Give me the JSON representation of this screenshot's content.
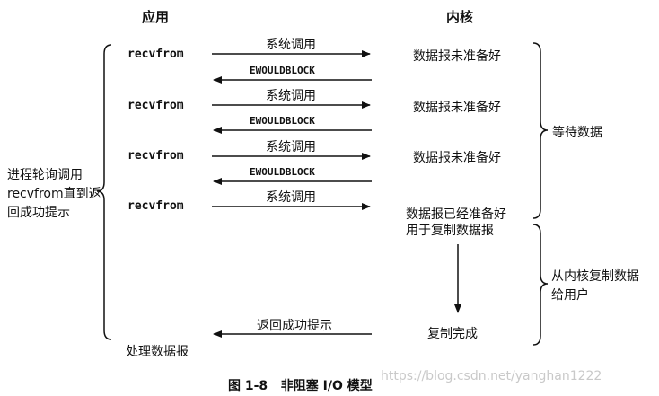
{
  "headers": {
    "app": "应用",
    "kernel": "内核"
  },
  "calls": [
    {
      "app_label": "recvfrom",
      "call_label": "系统调用",
      "kernel_label": "数据报未准备好",
      "reply_label": "EWOULDBLOCK"
    },
    {
      "app_label": "recvfrom",
      "call_label": "系统调用",
      "kernel_label": "数据报未准备好",
      "reply_label": "EWOULDBLOCK"
    },
    {
      "app_label": "recvfrom",
      "call_label": "系统调用",
      "kernel_label": "数据报未准备好",
      "reply_label": "EWOULDBLOCK"
    },
    {
      "app_label": "recvfrom",
      "call_label": "系统调用",
      "kernel_label": "数据报已经准备好",
      "kernel_label_2": "用于复制数据报"
    }
  ],
  "left_annotation": [
    "进程轮询调用",
    "recvfrom直到返",
    "回成功提示"
  ],
  "right_annotations": {
    "wait": "等待数据",
    "copy_line1": "从内核复制数据",
    "copy_line2": "给用户"
  },
  "copy_complete": "复制完成",
  "return_label": "返回成功提示",
  "process": "处理数据报",
  "caption": "图 1-8   非阻塞 I/O 模型",
  "watermark": "https://blog.csdn.net/yanghan1222"
}
